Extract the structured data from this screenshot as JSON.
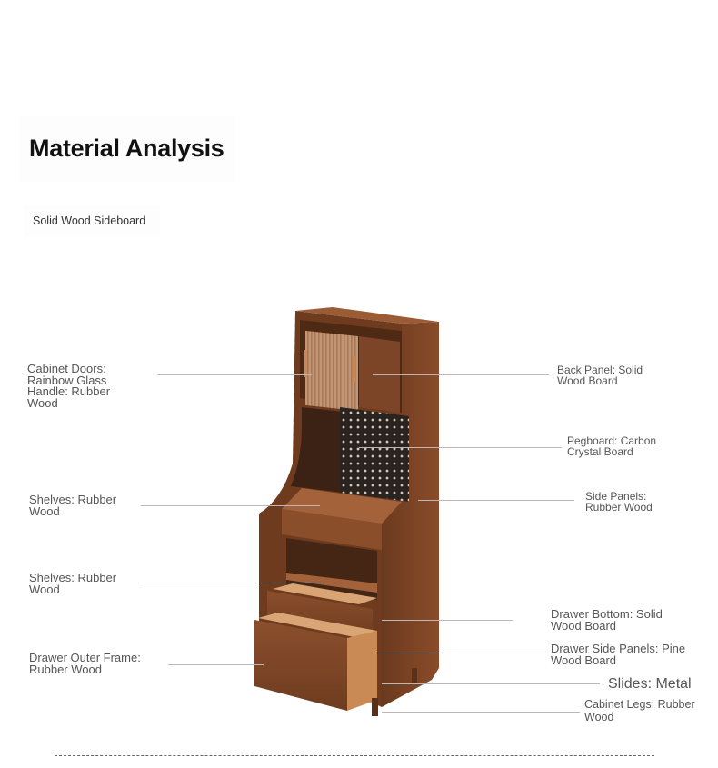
{
  "header": {
    "title": "Material Analysis",
    "subtitle": "Solid Wood Sideboard"
  },
  "labels": {
    "cabinet_doors": [
      "Cabinet Doors:",
      "Rainbow Glass",
      "Handle: Rubber",
      "Wood"
    ],
    "shelves_upper": [
      "Shelves: Rubber",
      "Wood"
    ],
    "shelves_lower": [
      "Shelves: Rubber",
      "Wood"
    ],
    "drawer_outer_frame": [
      "Drawer Outer Frame:",
      "Rubber Wood"
    ],
    "back_panel": [
      "Back Panel: Solid",
      "Wood Board"
    ],
    "pegboard": [
      "Pegboard: Carbon",
      "Crystal Board"
    ],
    "side_panels": [
      "Side Panels:",
      "Rubber Wood"
    ],
    "drawer_bottom": [
      "Drawer Bottom: Solid",
      "Wood Board"
    ],
    "drawer_side_panels": [
      "Drawer Side Panels: Pine",
      "Wood Board"
    ],
    "slides": "Slides: Metal",
    "cabinet_legs": [
      "Cabinet Legs: Rubber",
      "Wood"
    ]
  },
  "colors": {
    "wood_dark": "#5a2f17",
    "wood_mid": "#7a4325",
    "wood_light": "#9b5a34",
    "pegboard": "#2b2520",
    "glass": "#b98a66",
    "leader_line": "#b9b9b9"
  }
}
